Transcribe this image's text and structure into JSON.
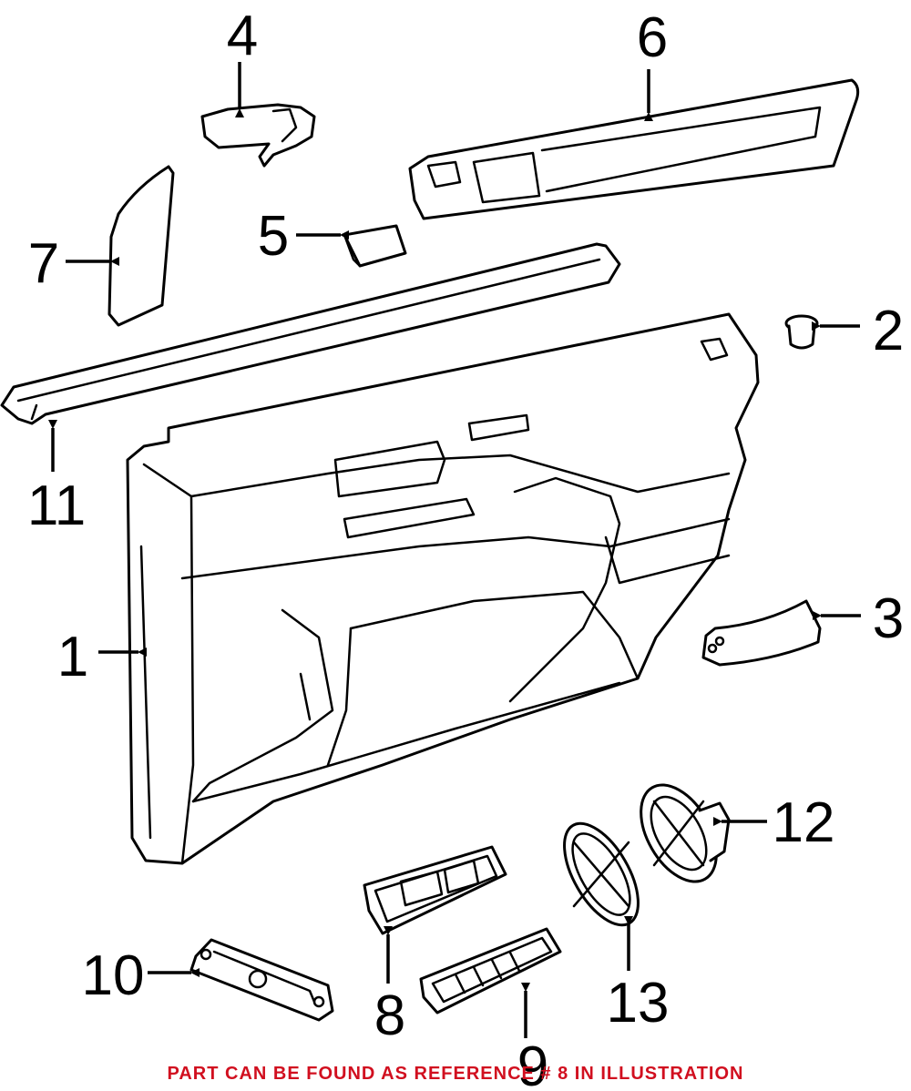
{
  "callouts": {
    "c1": "1",
    "c2": "2",
    "c3": "3",
    "c4": "4",
    "c5": "5",
    "c6": "6",
    "c7": "7",
    "c8": "8",
    "c9": "9",
    "c10": "10",
    "c11": "11",
    "c12": "12",
    "c13": "13"
  },
  "footer": "PART CAN BE FOUND AS REFERENCE # 8 IN ILLUSTRATION",
  "colors": {
    "footer": "#d10f1f",
    "line": "#000000",
    "background": "#ffffff"
  }
}
